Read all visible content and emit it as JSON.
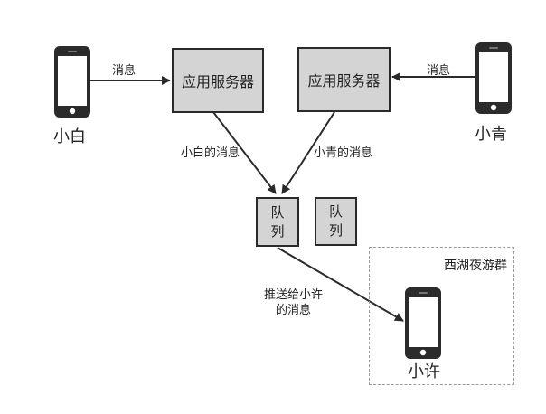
{
  "users": {
    "xiaobai": {
      "name": "小白"
    },
    "xiaoqing": {
      "name": "小青"
    },
    "xiaoxu": {
      "name": "小许"
    }
  },
  "servers": [
    {
      "label": "应用服务器"
    },
    {
      "label": "应用服务器"
    }
  ],
  "queues": [
    {
      "label": "队\n列"
    },
    {
      "label": "队\n列"
    }
  ],
  "edges": {
    "xiaobai_to_server": "消息",
    "xiaoqing_to_server": "消息",
    "server_left_to_queue": "小白的消息",
    "server_right_to_queue": "小青的消息",
    "queue_to_xiaoxu": "推送给小许\n的消息"
  },
  "group": {
    "title": "西湖夜游群"
  },
  "colors": {
    "box_fill": "#d4d4d4",
    "line": "#2a2a2a",
    "group_border": "#9a9a9a",
    "phone_body": "#2b2b2b"
  },
  "icons": [
    "smartphone-icon"
  ]
}
